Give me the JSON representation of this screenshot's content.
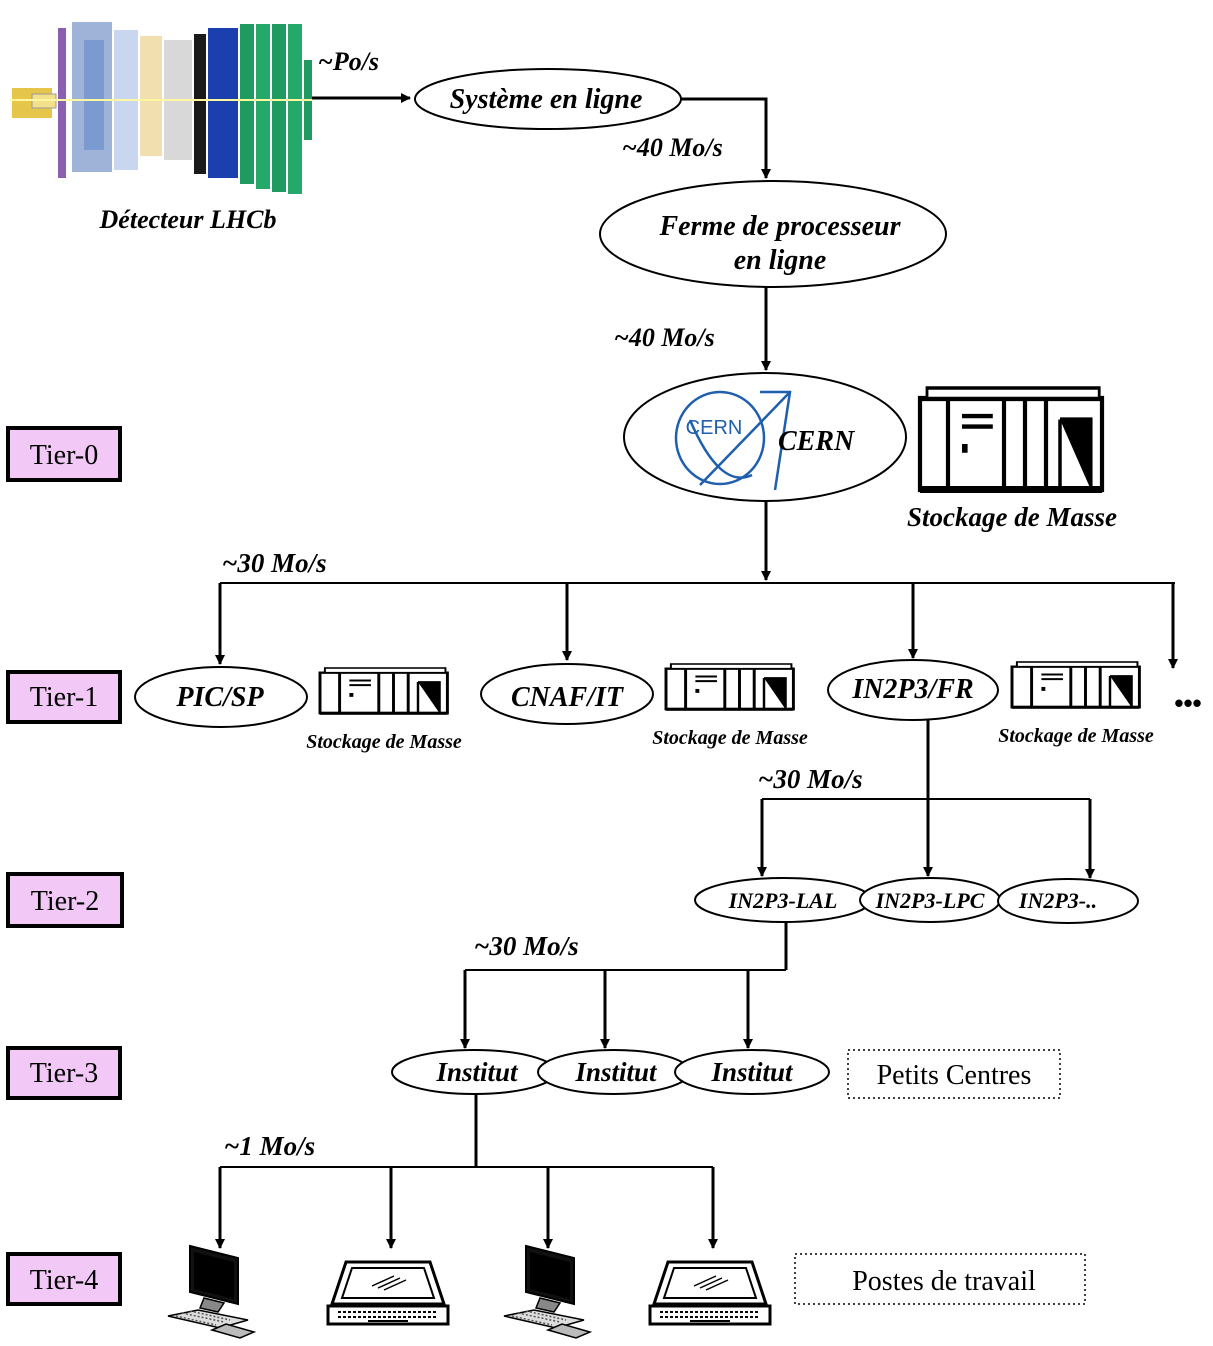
{
  "detector": {
    "label": "Détecteur LHCb"
  },
  "rates": {
    "po": "~Po/s",
    "r40a": "~40 Mo/s",
    "r40b": "~40 Mo/s",
    "r30_t1": "~30 Mo/s",
    "r30_t2": "~30 Mo/s",
    "r30_t3": "~30 Mo/s",
    "r1": "~1 Mo/s"
  },
  "nodes": {
    "online": "Système en ligne",
    "farm_line1": "Ferme de processeur",
    "farm_line2": "en ligne",
    "cern_logo_text": "CERN",
    "cern": "CERN",
    "storage_main": "Stockage de Masse",
    "pic": "PIC/SP",
    "cnaf": "CNAF/IT",
    "in2p3": "IN2P3/FR",
    "storage_pic": "Stockage de Masse",
    "storage_cnaf": "Stockage de Masse",
    "storage_in2p3": "Stockage de Masse",
    "more_dots": "•••",
    "lal": "IN2P3-LAL",
    "lpc": "IN2P3-LPC",
    "other": "IN2P3-..",
    "inst1": "Institut",
    "inst2": "Institut",
    "inst3": "Institut",
    "petits": "Petits Centres",
    "postes": "Postes de travail"
  },
  "tiers": [
    "Tier-0",
    "Tier-1",
    "Tier-2",
    "Tier-3",
    "Tier-4"
  ],
  "colors": {
    "tier_fill": "#f2c8f6",
    "cern_blue": "#1f5fae"
  }
}
